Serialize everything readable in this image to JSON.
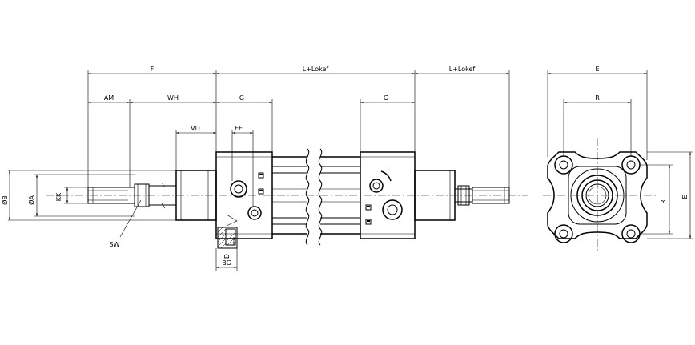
{
  "labels": {
    "F": "F",
    "L_stroke_1": "L+Lokef",
    "L_stroke_2": "L+Lokef",
    "E_top": "E",
    "AM": "AM",
    "WH": "WH",
    "G_left": "G",
    "G_right": "G",
    "R_top": "R",
    "VD": "VD",
    "EE": "EE",
    "OB": "ØB",
    "OA": "ØA",
    "KK": "KK",
    "SW": "SW",
    "D": "D",
    "BG": "BG",
    "R_side": "R",
    "E_side": "E"
  }
}
